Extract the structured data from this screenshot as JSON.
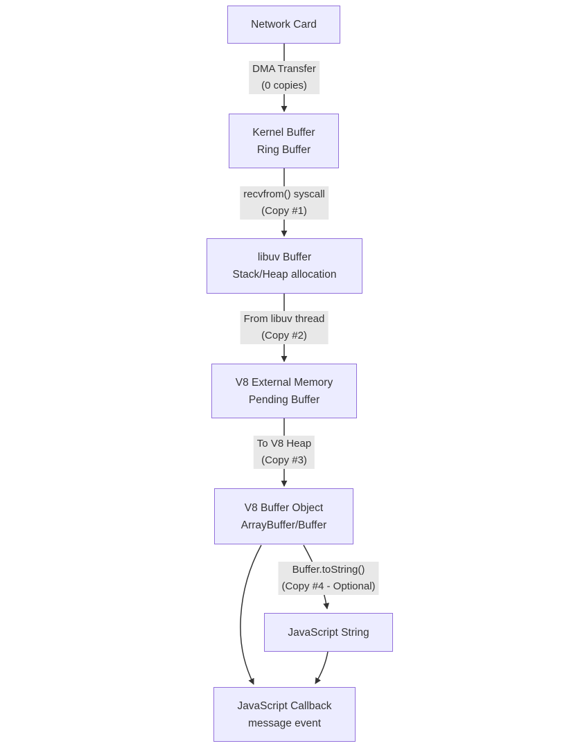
{
  "colors": {
    "background": "#ffffff",
    "node_fill": "#ECECFF",
    "node_border": "#9370DB",
    "edge_color": "#333333",
    "text_color": "#333333",
    "edge_label_bg": "#e8e8e8"
  },
  "nodes": [
    {
      "id": "network-card",
      "lines": [
        "Network Card"
      ]
    },
    {
      "id": "kernel-buffer",
      "lines": [
        "Kernel Buffer",
        "Ring Buffer"
      ]
    },
    {
      "id": "libuv-buffer",
      "lines": [
        "libuv Buffer",
        "Stack/Heap allocation"
      ]
    },
    {
      "id": "v8-external-memory",
      "lines": [
        "V8 External Memory",
        "Pending Buffer"
      ]
    },
    {
      "id": "v8-buffer-object",
      "lines": [
        "V8 Buffer Object",
        "ArrayBuffer/Buffer"
      ]
    },
    {
      "id": "javascript-string",
      "lines": [
        "JavaScript String"
      ]
    },
    {
      "id": "javascript-callback",
      "lines": [
        "JavaScript Callback",
        "message event"
      ]
    }
  ],
  "edges": [
    {
      "from": "network-card",
      "to": "kernel-buffer",
      "label_lines": [
        "DMA Transfer",
        "(0 copies)"
      ]
    },
    {
      "from": "kernel-buffer",
      "to": "libuv-buffer",
      "label_lines": [
        "recvfrom() syscall",
        "(Copy #1)"
      ]
    },
    {
      "from": "libuv-buffer",
      "to": "v8-external-memory",
      "label_lines": [
        "From libuv thread",
        "(Copy #2)"
      ]
    },
    {
      "from": "v8-external-memory",
      "to": "v8-buffer-object",
      "label_lines": [
        "To V8 Heap",
        "(Copy #3)"
      ]
    },
    {
      "from": "v8-buffer-object",
      "to": "javascript-string",
      "label_lines": [
        "Buffer.toString()",
        "(Copy #4 - Optional)"
      ]
    },
    {
      "from": "v8-buffer-object",
      "to": "javascript-callback",
      "label_lines": []
    },
    {
      "from": "javascript-string",
      "to": "javascript-callback",
      "label_lines": []
    }
  ]
}
